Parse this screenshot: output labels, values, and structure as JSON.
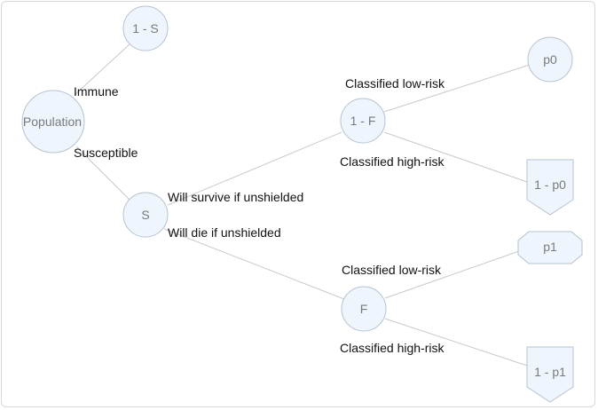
{
  "nodes": {
    "population": "Population",
    "one_minus_s": "1 - S",
    "s": "S",
    "one_minus_f": "1 - F",
    "f": "F",
    "p0": "p0",
    "one_minus_p0": "1 - p0",
    "p1": "p1",
    "one_minus_p1": "1 - p1"
  },
  "edges": {
    "immune": "Immune",
    "susceptible": "Susceptible",
    "will_survive": "Will survive if unshielded",
    "will_die": "Will die if unshielded",
    "survive_low_risk": "Classified low-risk",
    "survive_high_risk": "Classified high-risk",
    "die_low_risk": "Classified low-risk",
    "die_high_risk": "Classified high-risk"
  },
  "colors": {
    "node_fill": "#eef5fd",
    "node_stroke": "#b5c2cf",
    "edge": "#c9c9c9"
  }
}
